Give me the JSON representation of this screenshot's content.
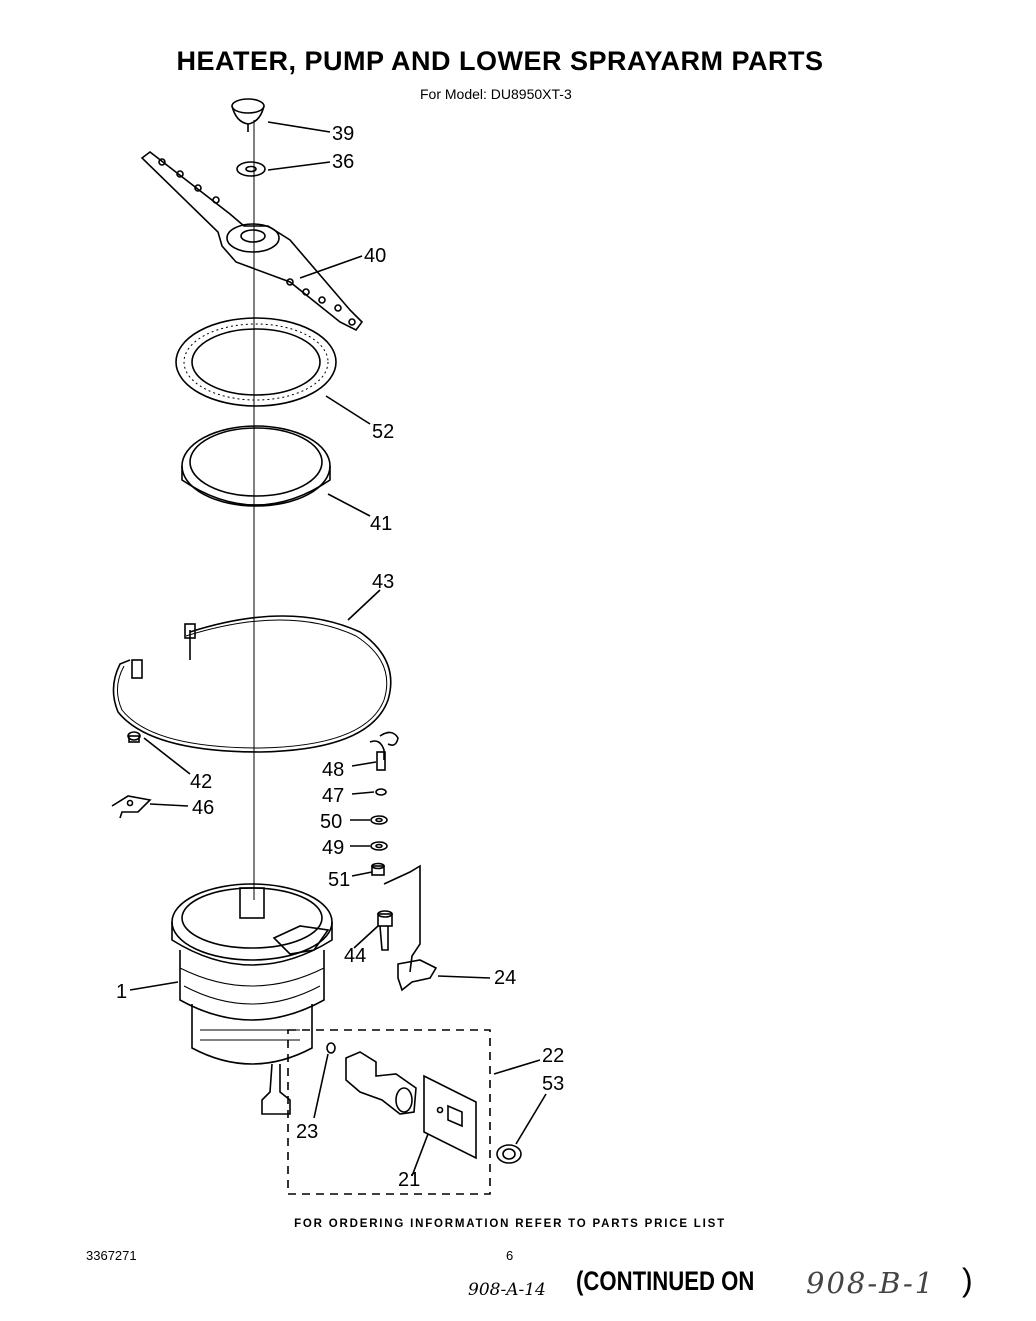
{
  "header": {
    "title": "HEATER, PUMP AND LOWER SPRAYARM PARTS",
    "subtitle": "For Model: DU8950XT-3"
  },
  "callouts": {
    "c39": "39",
    "c36": "36",
    "c40": "40",
    "c52": "52",
    "c41": "41",
    "c43": "43",
    "c42": "42",
    "c46": "46",
    "c48": "48",
    "c47": "47",
    "c50": "50",
    "c49": "49",
    "c51": "51",
    "c44": "44",
    "c24": "24",
    "c1": "1",
    "c22": "22",
    "c53": "53",
    "c23": "23",
    "c21": "21"
  },
  "footer": {
    "note": "FOR ORDERING INFORMATION REFER TO PARTS PRICE LIST",
    "doc_number": "3367271",
    "page_number": "6",
    "handwritten_left": "908-A-14",
    "continued": "(CONTINUED ON",
    "handwritten_right": "908-B-1",
    "close_paren": ")"
  }
}
